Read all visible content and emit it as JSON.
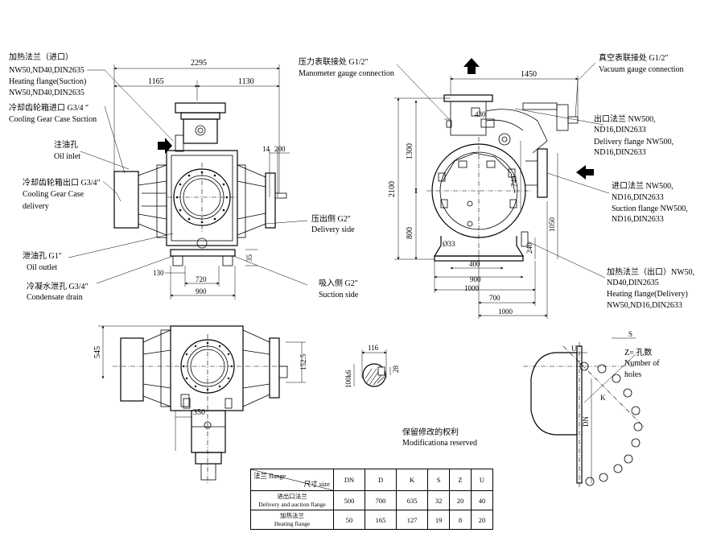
{
  "front_view": {
    "dims": {
      "overall": "2295",
      "left_half": "1165",
      "right_half": "1130",
      "d14": "14",
      "d200": "200",
      "d35": "35",
      "d130": "130",
      "d720": "720",
      "d900": "900"
    },
    "callouts": {
      "heating_in_cn": "加热法兰（进口）",
      "heating_in_spec": "NW50,ND40,DIN2635",
      "heating_in_en": "Heating flange(Suction)",
      "heating_in_spec2": "NW50,ND40,DIN2635",
      "cool_in_cn": "冷却齿轮箱进口 G3/4 ″",
      "cool_in_en": "Cooling Gear Case Suction",
      "oil_inlet_cn": "注油孔",
      "oil_inlet_en": "Oil inlet",
      "cool_out_cn": "冷却齿轮箱出口 G3/4″",
      "cool_out_en1": "Cooling Gear Case",
      "cool_out_en2": "delivery",
      "oil_outlet_cn": "泄油孔 G1″",
      "oil_outlet_en": "Oil outlet",
      "cond_cn": "冷凝水泄孔 G3/4″",
      "cond_en": "Condensate drain",
      "delivery_cn": "压出侧 G2″",
      "delivery_en": "Delivery side",
      "suction_cn": "吸入侧 G2″",
      "suction_en": "Suction side"
    }
  },
  "side_view": {
    "dims": {
      "d1450": "1450",
      "d430": "430",
      "d1300": "1300",
      "d2100": "2100",
      "d740": "740",
      "d1050": "1050",
      "d800": "800",
      "d240": "240",
      "d33": "Ø33",
      "d400": "400",
      "d900": "900",
      "d1000a": "1000",
      "d700": "700",
      "d1000b": "1000"
    },
    "callouts": {
      "mano_cn": "压力表联接处 G1/2″",
      "mano_en": "Manometer gauge connection",
      "vac_cn": "真空表联接处 G1/2″",
      "vac_en": "Vacuum gauge connection",
      "outlet_cn": "出口法兰 NW500,",
      "outlet_spec": "ND16,DIN2633",
      "outlet_en": "Delivery flange NW500,",
      "outlet_spec2": "ND16,DIN2633",
      "inlet_cn": "进口法兰 NW500,",
      "inlet_spec": "ND16,DIN2633",
      "inlet_en": "Suction flange NW500,",
      "inlet_spec2": "ND16,DIN2633",
      "heat_out_cn": "加热法兰（出口）NW50,",
      "heat_out_spec": "ND40,DIN2635",
      "heat_out_en": "Heating flange(Delivery)",
      "heat_out_spec2": "NW50,ND16,DIN2633"
    }
  },
  "top_view": {
    "dims": {
      "d545": "545",
      "d1525": "152.5",
      "d350": "350"
    }
  },
  "shaft_detail": {
    "dims": {
      "d116": "116",
      "d28": "28",
      "d100": "100k6"
    }
  },
  "flange_detail": {
    "labels": {
      "s": "S",
      "u": "U",
      "k": "K",
      "dn": "DN",
      "z_cn": "Z= 孔数",
      "z_en1": "Number of",
      "z_en2": "holes"
    }
  },
  "note": {
    "cn": "保留修改的权利",
    "en": "Modificationa reserved"
  },
  "table": {
    "corner_top": "法兰 flange",
    "corner_bottom": "尺寸 size",
    "headers": [
      "DN",
      "D",
      "K",
      "S",
      "Z",
      "U"
    ],
    "rows": [
      {
        "label_cn": "进出口法兰",
        "label_en": "Delivery and auction flange",
        "values": [
          "500",
          "700",
          "635",
          "32",
          "20",
          "40"
        ]
      },
      {
        "label_cn": "加热法兰",
        "label_en": "Heating flange",
        "values": [
          "50",
          "165",
          "127",
          "19",
          "8",
          "20"
        ]
      }
    ]
  },
  "colors": {
    "ink": "#000000",
    "paper": "#ffffff"
  }
}
